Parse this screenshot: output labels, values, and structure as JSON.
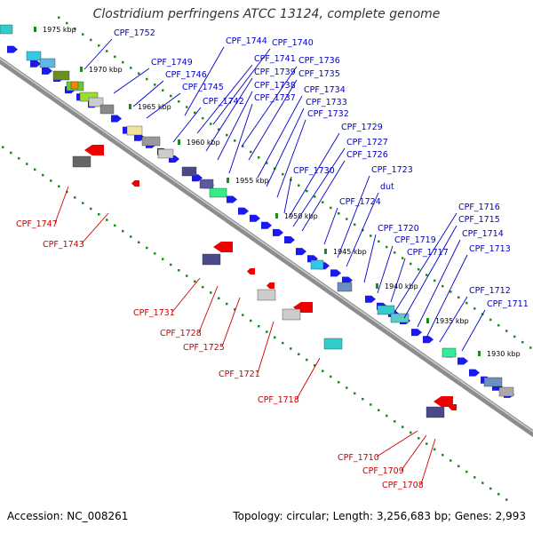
{
  "title": "Clostridium perfringens ATCC 13124, complete genome",
  "footer": {
    "accession": "Accession: NC_008261",
    "summary": "Topology: circular; Length: 3,256,683 bp; Genes: 2,993"
  },
  "colors": {
    "forward_label": "#0000cc",
    "reverse_label": "#cc0000",
    "backbone": "#8c8c8c",
    "tick": "#1a8a1a"
  },
  "scale_ticks": [
    "1975 kbp",
    "1970 kbp",
    "1965 kbp",
    "1960 kbp",
    "1955 kbp",
    "1950 kbp",
    "1945 kbp",
    "1940 kbp",
    "1935 kbp",
    "1930 kbp"
  ],
  "forward_labels": [
    "CPF_1752",
    "CPF_1749",
    "CPF_1746",
    "CPF_1745",
    "CPF_1744",
    "CPF_1742",
    "CPF_1741",
    "CPF_1740",
    "CPF_1739",
    "CPF_1738",
    "CPF_1737",
    "CPF_1736",
    "CPF_1735",
    "CPF_1734",
    "CPF_1733",
    "CPF_1732",
    "CPF_1730",
    "CPF_1729",
    "CPF_1727",
    "CPF_1726",
    "CPF_1724",
    "CPF_1723",
    "dut",
    "CPF_1720",
    "CPF_1719",
    "CPF_1717",
    "CPF_1716",
    "CPF_1715",
    "CPF_1714",
    "CPF_1713",
    "CPF_1712",
    "CPF_1711"
  ],
  "reverse_labels": [
    "CPF_1747",
    "CPF_1743",
    "CPF_1731",
    "CPF_1728",
    "CPF_1725",
    "CPF_1721",
    "CPF_1718",
    "CPF_1710",
    "CPF_1709",
    "CPF_1708"
  ]
}
